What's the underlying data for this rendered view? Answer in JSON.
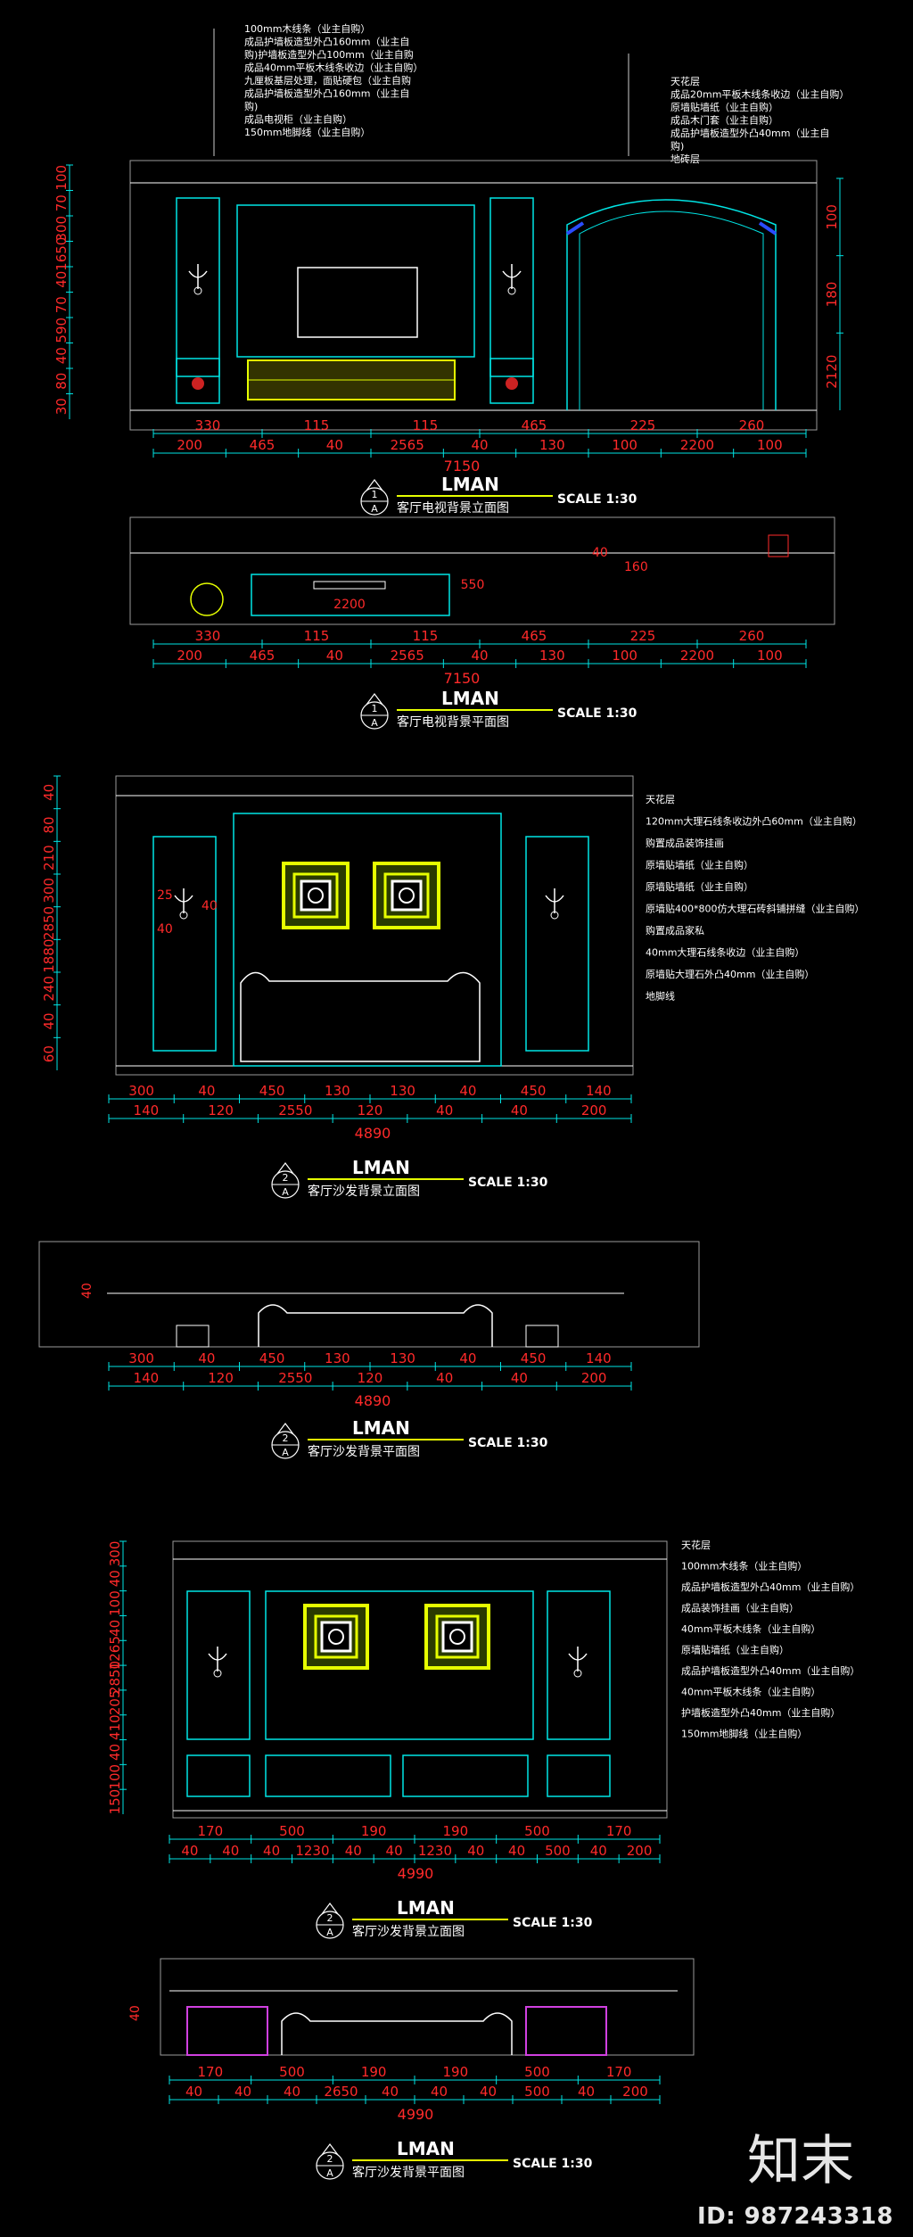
{
  "colors": {
    "background": "#000000",
    "cyan": "#00e5e5",
    "red": "#ff2a2a",
    "yellow": "#e6ff00",
    "white": "#ffffff",
    "magenta": "#d040e0",
    "grey": "#9a9a9a",
    "blue": "#2a4cff"
  },
  "sections": [
    {
      "id": "s1",
      "title_main": "LMAN",
      "title_sub": "客厅电视背景立面图",
      "scale": "SCALE 1:30",
      "badge_top": "1",
      "badge_bottom": "A",
      "left_dims": [
        "100",
        "70",
        "300",
        "1650",
        "40",
        "70",
        "590",
        "40",
        "80",
        "30"
      ],
      "right_dims": [
        "100",
        "180",
        "2120"
      ],
      "bottom_dims_row1": [
        "330",
        "115",
        "115",
        "465",
        "225",
        "260"
      ],
      "bottom_dims_row2": [
        "200",
        "465",
        "40",
        "2565",
        "40",
        "130",
        "100",
        "2200",
        "100"
      ],
      "total": "7150",
      "callouts_left": [
        "100mm木线条（业主自购）",
        "成品护墙板造型外凸160mm（业主自",
        "购)护墙板造型外凸100mm（业主自购",
        "成品40mm平板木线条收边（业主自购）",
        "九厘板基层处理，面贴硬包（业主自购",
        "成品护墙板造型外凸160mm（业主自",
        "购)",
        "成品电视柜（业主自购）",
        "150mm地脚线（业主自购）"
      ],
      "callouts_right": [
        "天花层",
        "成品20mm平板木线条收边（业主自购）",
        "原墙贴墙纸（业主自购）",
        "成品木门套（业主自购）",
        "成品护墙板造型外凸40mm（业主自",
        "购)",
        "地砖层"
      ]
    },
    {
      "id": "s2",
      "title_main": "LMAN",
      "title_sub": "客厅电视背景平面图",
      "scale": "SCALE 1:30",
      "badge_top": "1",
      "badge_bottom": "A",
      "inner_dims": [
        "2200",
        "550",
        "40",
        "160"
      ],
      "bottom_dims_row1": [
        "330",
        "115",
        "115",
        "465",
        "225",
        "260"
      ],
      "bottom_dims_row2": [
        "200",
        "465",
        "40",
        "2565",
        "40",
        "130",
        "100",
        "2200",
        "100"
      ],
      "total": "7150"
    },
    {
      "id": "s3",
      "title_main": "LMAN",
      "title_sub": "客厅沙发背景立面图",
      "scale": "SCALE 1:30",
      "badge_top": "2",
      "badge_bottom": "A",
      "left_dims": [
        "40",
        "80",
        "210",
        "300",
        "2850",
        "1880",
        "240",
        "40",
        "60"
      ],
      "inner_dims": [
        "25",
        "40",
        "40"
      ],
      "bottom_dims_row1": [
        "300",
        "40",
        "450",
        "130",
        "130",
        "40",
        "450",
        "140"
      ],
      "bottom_dims_row2": [
        "140",
        "120",
        "2550",
        "120",
        "40",
        "40",
        "200"
      ],
      "total": "4890",
      "callouts_right": [
        "天花层",
        "120mm大理石线条收边外凸60mm（业主自购）",
        "购置成品装饰挂画",
        "原墙贴墙纸（业主自购）",
        "原墙贴墙纸（业主自购）",
        "原墙贴400*800仿大理石砖斜铺拼缝（业主自购）",
        "购置成品家私",
        "40mm大理石线条收边（业主自购）",
        "原墙贴大理石外凸40mm（业主自购）",
        "地脚线"
      ]
    },
    {
      "id": "s4",
      "title_main": "LMAN",
      "title_sub": "客厅沙发背景平面图",
      "scale": "SCALE 1:30",
      "badge_top": "2",
      "badge_bottom": "A",
      "inner_dims": [
        "40"
      ],
      "bottom_dims_row1": [
        "300",
        "40",
        "450",
        "130",
        "130",
        "40",
        "450",
        "140"
      ],
      "bottom_dims_row2": [
        "140",
        "120",
        "2550",
        "120",
        "40",
        "40",
        "200"
      ],
      "total": "4890"
    },
    {
      "id": "s5",
      "title_main": "LMAN",
      "title_sub": "客厅沙发背景立面图",
      "scale": "SCALE 1:30",
      "badge_top": "2",
      "badge_bottom": "A",
      "left_dims": [
        "300",
        "40",
        "100",
        "40",
        "1265",
        "2850",
        "205",
        "410",
        "40",
        "100",
        "150"
      ],
      "bottom_dims_row1": [
        "170",
        "500",
        "190",
        "190",
        "500",
        "170"
      ],
      "bottom_dims_row2": [
        "40",
        "40",
        "40",
        "1230",
        "40",
        "40",
        "1230",
        "40",
        "40",
        "500",
        "40",
        "200"
      ],
      "total": "4990",
      "callouts_right": [
        "天花层",
        "100mm木线条（业主自购）",
        "成品护墙板造型外凸40mm（业主自购）",
        "成品装饰挂画（业主自购）",
        "40mm平板木线条（业主自购）",
        "原墙贴墙纸（业主自购）",
        "成品护墙板造型外凸40mm（业主自购）",
        "40mm平板木线条（业主自购）",
        "护墙板造型外凸40mm（业主自购）",
        "150mm地脚线（业主自购）"
      ]
    },
    {
      "id": "s6",
      "title_main": "LMAN",
      "title_sub": "客厅沙发背景平面图",
      "scale": "SCALE 1:30",
      "badge_top": "2",
      "badge_bottom": "A",
      "inner_dims": [
        "40"
      ],
      "bottom_dims_row1": [
        "170",
        "500",
        "190",
        "190",
        "500",
        "170"
      ],
      "bottom_dims_row2": [
        "40",
        "40",
        "40",
        "2650",
        "40",
        "40",
        "40",
        "500",
        "40",
        "200"
      ],
      "total": "4990"
    }
  ],
  "watermark": {
    "brand": "知末",
    "id_text": "ID: 987243318"
  }
}
